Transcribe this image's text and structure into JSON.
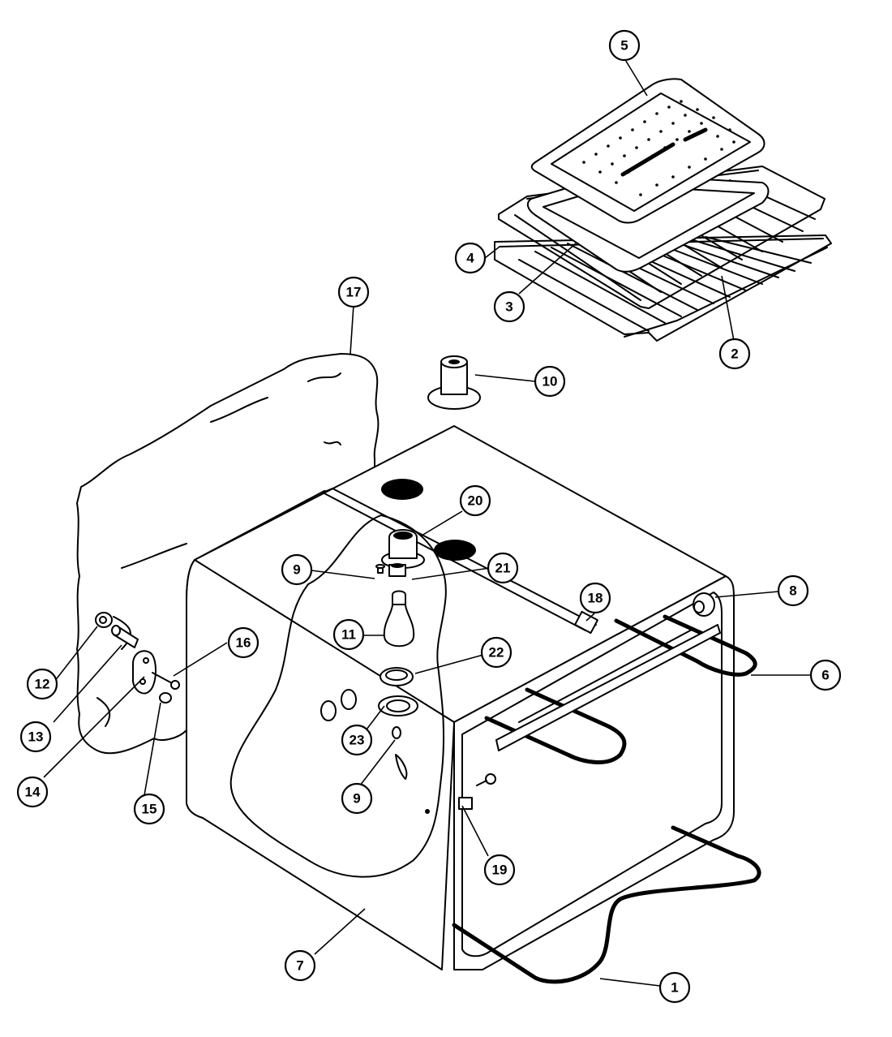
{
  "callouts": [
    {
      "id": "c5",
      "label": "5"
    },
    {
      "id": "c4",
      "label": "4"
    },
    {
      "id": "c3",
      "label": "3"
    },
    {
      "id": "c2",
      "label": "2"
    },
    {
      "id": "c17",
      "label": "17"
    },
    {
      "id": "c10",
      "label": "10"
    },
    {
      "id": "c20",
      "label": "20"
    },
    {
      "id": "c9a",
      "label": "9"
    },
    {
      "id": "c21",
      "label": "21"
    },
    {
      "id": "c8",
      "label": "8"
    },
    {
      "id": "c18",
      "label": "18"
    },
    {
      "id": "c11",
      "label": "11"
    },
    {
      "id": "c22",
      "label": "22"
    },
    {
      "id": "c16",
      "label": "16"
    },
    {
      "id": "c6",
      "label": "6"
    },
    {
      "id": "c12",
      "label": "12"
    },
    {
      "id": "c13",
      "label": "13"
    },
    {
      "id": "c23",
      "label": "23"
    },
    {
      "id": "c14",
      "label": "14"
    },
    {
      "id": "c9b",
      "label": "9"
    },
    {
      "id": "c15",
      "label": "15"
    },
    {
      "id": "c19",
      "label": "19"
    },
    {
      "id": "c7",
      "label": "7"
    },
    {
      "id": "c1",
      "label": "1"
    }
  ]
}
